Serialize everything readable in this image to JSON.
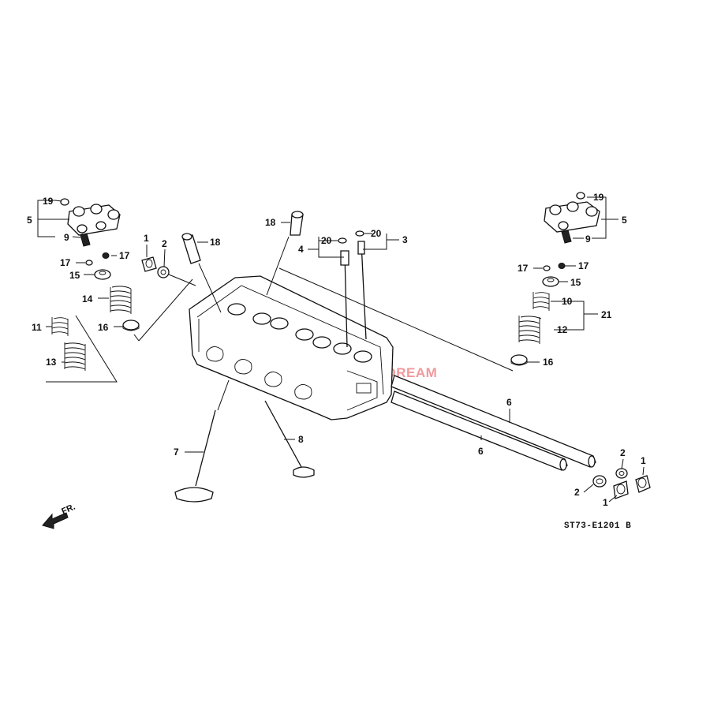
{
  "diagram": {
    "code": "ST73-E1201 B",
    "direction": "FR.",
    "watermark": "HONDA DREAM",
    "colors": {
      "line": "#111111",
      "watermark": "#e8454a"
    }
  },
  "callouts": [
    {
      "id": "l19",
      "text": "19"
    },
    {
      "id": "l5",
      "text": "5"
    },
    {
      "id": "l9",
      "text": "9"
    },
    {
      "id": "l17a",
      "text": "17"
    },
    {
      "id": "l17b",
      "text": "17"
    },
    {
      "id": "l15",
      "text": "15"
    },
    {
      "id": "l14",
      "text": "14"
    },
    {
      "id": "l11",
      "text": "11"
    },
    {
      "id": "l13",
      "text": "13"
    },
    {
      "id": "l16",
      "text": "16"
    },
    {
      "id": "l1",
      "text": "1"
    },
    {
      "id": "l2",
      "text": "2"
    },
    {
      "id": "l18a",
      "text": "18"
    },
    {
      "id": "l18b",
      "text": "18"
    },
    {
      "id": "l4",
      "text": "4"
    },
    {
      "id": "l20a",
      "text": "20"
    },
    {
      "id": "l20b",
      "text": "20"
    },
    {
      "id": "l3",
      "text": "3"
    },
    {
      "id": "r19",
      "text": "19"
    },
    {
      "id": "r5",
      "text": "5"
    },
    {
      "id": "r9",
      "text": "9"
    },
    {
      "id": "r17a",
      "text": "17"
    },
    {
      "id": "r17b",
      "text": "17"
    },
    {
      "id": "r15",
      "text": "15"
    },
    {
      "id": "r10",
      "text": "10"
    },
    {
      "id": "r21",
      "text": "21"
    },
    {
      "id": "r12",
      "text": "12"
    },
    {
      "id": "r16",
      "text": "16"
    },
    {
      "id": "r6a",
      "text": "6"
    },
    {
      "id": "r6b",
      "text": "6"
    },
    {
      "id": "r7",
      "text": "7"
    },
    {
      "id": "r8",
      "text": "8"
    },
    {
      "id": "r2a",
      "text": "2"
    },
    {
      "id": "r1a",
      "text": "1"
    },
    {
      "id": "r2b",
      "text": "2"
    },
    {
      "id": "r1b",
      "text": "1"
    }
  ]
}
